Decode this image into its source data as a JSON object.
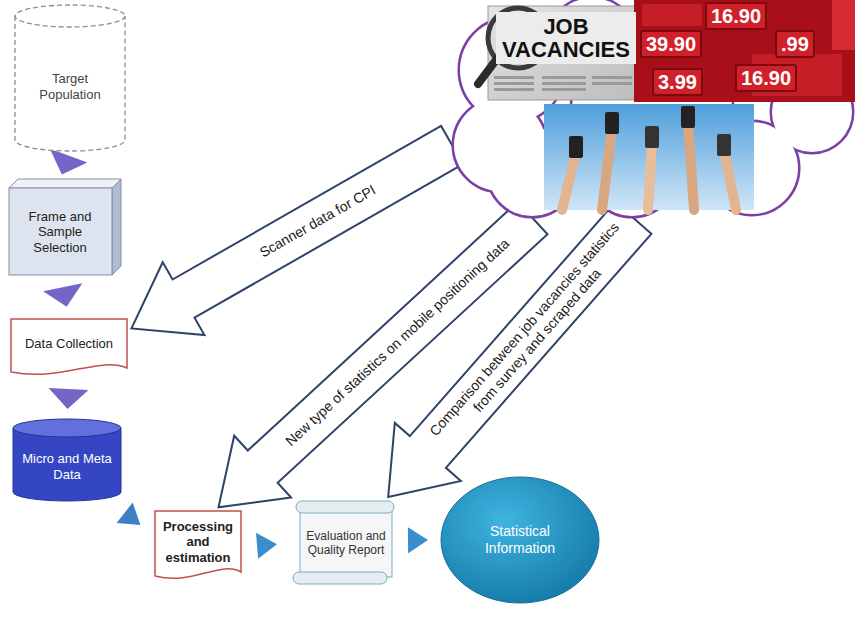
{
  "diagram": {
    "nodes": [
      {
        "text": [
          "Target Population"
        ]
      },
      {
        "text": [
          "Frame and Sample Selection"
        ]
      },
      {
        "text": [
          "Data Collection"
        ]
      },
      {
        "text": [
          "Micro and Meta Data"
        ]
      },
      {
        "text": [
          "Processing and estimation"
        ]
      },
      {
        "text": [
          "Evaluation and Quality Report"
        ]
      },
      {
        "text": [
          "Statistical Information"
        ]
      },
      {
        "text": [
          "JOB VACANCIES"
        ]
      }
    ],
    "edges": [
      {
        "from": 0,
        "to": 1,
        "arrow": "to"
      },
      {
        "from": 1,
        "to": 2,
        "arrow": "to"
      },
      {
        "from": 2,
        "to": 3,
        "arrow": "to"
      },
      {
        "from": 3,
        "to": 4,
        "arrow": "to"
      },
      {
        "from": 4,
        "to": 5,
        "arrow": "to"
      },
      {
        "from": 5,
        "to": 6,
        "arrow": "to"
      },
      {
        "from": 7,
        "to": 2,
        "label": "Scanner data for CPI",
        "arrow": "to"
      },
      {
        "from": 7,
        "to": 4,
        "label": "New type of statistics on mobile positioning data",
        "arrow": "to"
      },
      {
        "from": 7,
        "to": 5,
        "label": "Comparison between job vacancies statistics from survey and scraped data",
        "arrow": "to"
      }
    ],
    "labels": [
      "16.90",
      "39.90",
      ".99",
      "3.99",
      "16.90"
    ]
  }
}
